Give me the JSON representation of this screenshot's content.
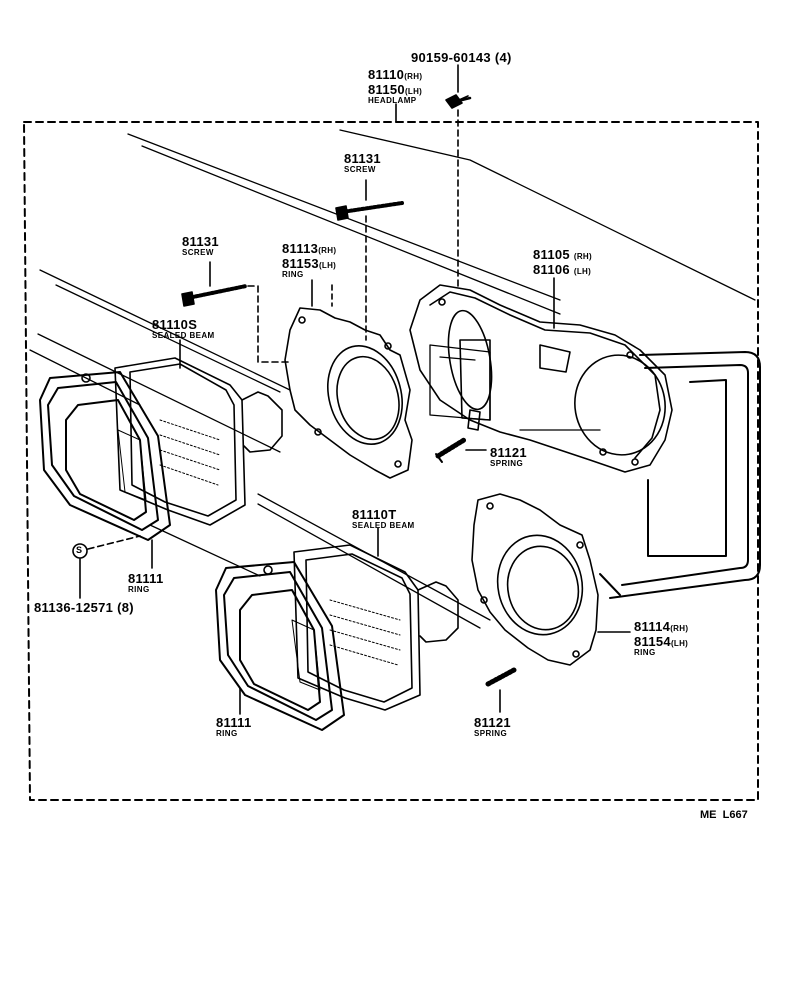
{
  "diagram": {
    "top_bolt": {
      "part_no": "90159-60143 (4)"
    },
    "headlamp": {
      "rh": "81110",
      "rh_side": "(RH)",
      "lh": "81150",
      "lh_side": "(LH)",
      "name": "HEADLAMP"
    },
    "screw_upper": {
      "part_no": "81131",
      "name": "SCREW"
    },
    "screw_left": {
      "part_no": "81131",
      "name": "SCREW"
    },
    "ring_upper": {
      "rh": "81113",
      "rh_side": "(RH)",
      "lh": "81153",
      "lh_side": "(LH)",
      "name": "RING"
    },
    "housing": {
      "rh": "81105",
      "rh_side": "(RH)",
      "lh": "81106",
      "lh_side": "(LH)"
    },
    "beam_s": {
      "part_no": "81110S",
      "name": "SEALED BEAM"
    },
    "beam_t": {
      "part_no": "81110T",
      "name": "SEALED BEAM"
    },
    "spring_upper": {
      "part_no": "81121",
      "name": "SPRING"
    },
    "spring_lower": {
      "part_no": "81121",
      "name": "SPRING"
    },
    "ring_left": {
      "part_no": "81111",
      "name": "RING"
    },
    "ring_bottom": {
      "part_no": "81111",
      "name": "RING"
    },
    "ring_lower_right": {
      "rh": "81114",
      "rh_side": "(RH)",
      "lh": "81154",
      "lh_side": "(LH)",
      "name": "RING"
    },
    "clip": {
      "symbol": "S",
      "part_no": "81136-12571 (8)"
    },
    "footer": {
      "code": "ME  L667"
    }
  }
}
